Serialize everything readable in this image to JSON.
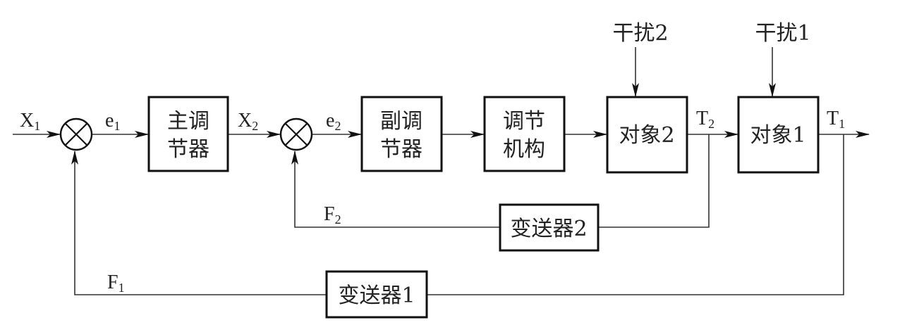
{
  "diagram": {
    "type": "cascade-control-block-diagram",
    "blocks": {
      "main_controller": [
        "主调",
        "节器"
      ],
      "secondary_controller": [
        "副调",
        "节器"
      ],
      "actuator": [
        "调节",
        "机构"
      ],
      "object2": "对象2",
      "object1": "对象1",
      "transmitter2": "变送器2",
      "transmitter1": "变送器1"
    },
    "disturbances": {
      "d2": "干扰2",
      "d1": "干扰1"
    },
    "signals": {
      "x1": {
        "base": "X",
        "sub": "1"
      },
      "e1": {
        "base": "e",
        "sub": "1"
      },
      "x2": {
        "base": "X",
        "sub": "2"
      },
      "e2": {
        "base": "e",
        "sub": "2"
      },
      "t2": {
        "base": "T",
        "sub": "2"
      },
      "t1": {
        "base": "T",
        "sub": "1"
      },
      "f2": {
        "base": "F",
        "sub": "2"
      },
      "f1": {
        "base": "F",
        "sub": "1"
      }
    },
    "summing_junctions": [
      "sum1",
      "sum2"
    ]
  }
}
